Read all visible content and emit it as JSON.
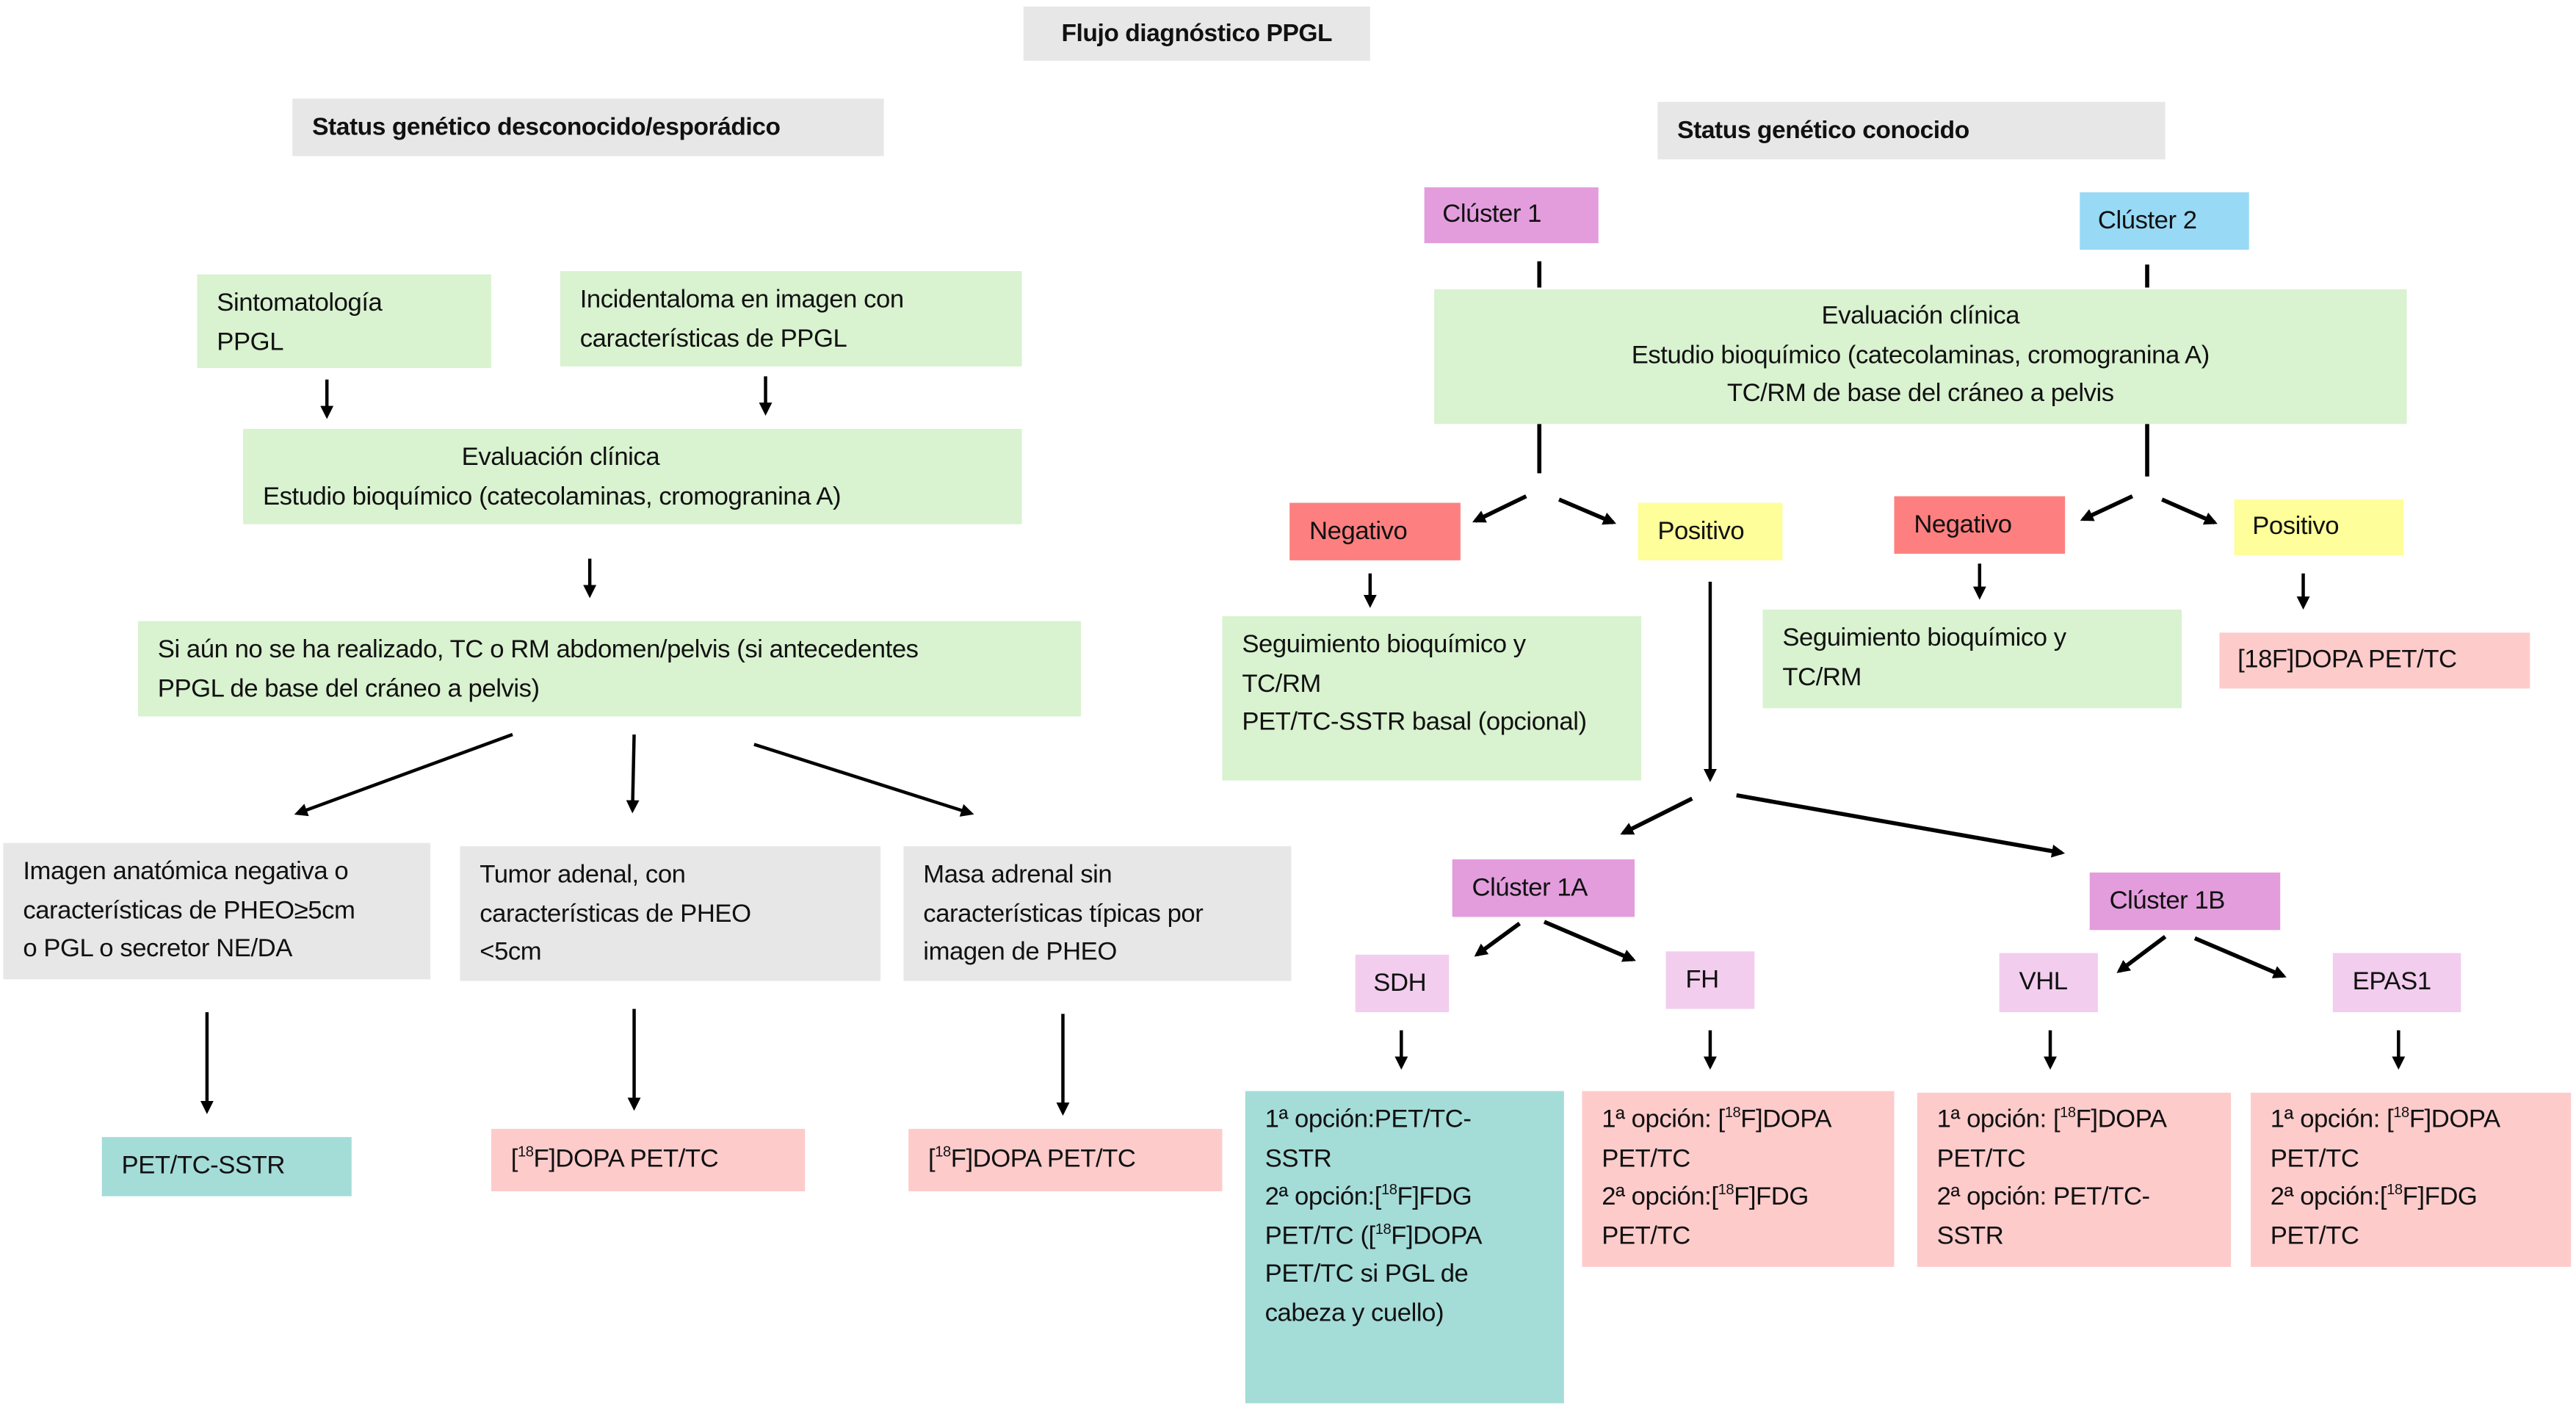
{
  "title": "Flujo diagnóstico PPGL",
  "left": {
    "header": "Status genético desconocido/esporádico",
    "entry": [
      {
        "lines": [
          "Sintomatología",
          "PPGL"
        ]
      },
      {
        "lines": [
          "Incidentaloma en imagen con",
          "características de PPGL"
        ]
      }
    ],
    "evaluation": {
      "lines": [
        "Evaluación clínica",
        "Estudio bioquímico (catecolaminas, cromogranina A)"
      ]
    },
    "imaging": {
      "lines": [
        "Si aún no se ha realizado, TC o RM abdomen/pelvis (si antecedentes",
        "PPGL de base del cráneo a pelvis)"
      ]
    },
    "findings": [
      {
        "lines": [
          "Imagen anatómica negativa o",
          "características de PHEO≥5cm",
          "o PGL o secretor NE/DA"
        ]
      },
      {
        "lines": [
          "Tumor adenal, con",
          "características de PHEO",
          "<5cm"
        ]
      },
      {
        "lines": [
          "Masa adrenal sin",
          "características típicas por",
          "imagen de PHEO"
        ]
      }
    ],
    "results": [
      {
        "text": "PET/TC-SSTR"
      },
      {
        "pre": "[",
        "sup": "18",
        "post": "F]DOPA PET/TC"
      },
      {
        "pre": "[",
        "sup": "18",
        "post": "F]DOPA PET/TC"
      }
    ]
  },
  "right": {
    "header": "Status genético conocido",
    "cluster1": "Clúster 1",
    "cluster2": "Clúster 2",
    "evaluation": {
      "lines": [
        "Evaluación clínica",
        "Estudio bioquímico (catecolaminas, cromogranina A)",
        "TC/RM de base del cráneo a pelvis"
      ]
    },
    "branch1": {
      "negative": "Negativo",
      "positive": "Positivo",
      "followup": {
        "lines": [
          "Seguimiento bioquímico y",
          "TC/RM",
          "PET/TC-SSTR basal (opcional)"
        ]
      }
    },
    "branch2": {
      "negative": "Negativo",
      "positive": "Positivo",
      "followup": {
        "lines": [
          "Seguimiento bioquímico y",
          "TC/RM"
        ]
      },
      "result": "[18F]DOPA PET/TC"
    },
    "cluster1a": {
      "label": "Clúster 1A",
      "genes": [
        "SDH",
        "FH"
      ]
    },
    "cluster1b": {
      "label": "Clúster 1B",
      "genes": [
        "VHL",
        "EPAS1"
      ]
    },
    "gene_results": {
      "sdh": [
        {
          "pre": "1ª opción:PET/TC-",
          "sup": "",
          "post": ""
        },
        {
          "pre": "SSTR",
          "sup": "",
          "post": ""
        },
        {
          "pre": "2ª opción:[",
          "sup": "18",
          "post": "F]FDG"
        },
        {
          "pre": "PET/TC ([",
          "sup": "18",
          "post": "F]DOPA"
        },
        {
          "pre": "PET/TC si PGL de",
          "sup": "",
          "post": ""
        },
        {
          "pre": "cabeza y cuello)",
          "sup": "",
          "post": ""
        }
      ],
      "fh": [
        {
          "pre": "1ª opción: [",
          "sup": "18",
          "post": "F]DOPA"
        },
        {
          "pre": "PET/TC",
          "sup": "",
          "post": ""
        },
        {
          "pre": "2ª opción:[",
          "sup": "18",
          "post": "F]FDG"
        },
        {
          "pre": "PET/TC",
          "sup": "",
          "post": ""
        }
      ],
      "vhl": [
        {
          "pre": "1ª opción: [",
          "sup": "18",
          "post": "F]DOPA"
        },
        {
          "pre": "PET/TC",
          "sup": "",
          "post": ""
        },
        {
          "pre": "2ª opción: PET/TC-",
          "sup": "",
          "post": ""
        },
        {
          "pre": "SSTR",
          "sup": "",
          "post": ""
        }
      ],
      "epas1": [
        {
          "pre": "1ª opción: [",
          "sup": "18",
          "post": "F]DOPA"
        },
        {
          "pre": "PET/TC",
          "sup": "",
          "post": ""
        },
        {
          "pre": "2ª opción:[",
          "sup": "18",
          "post": "F]FDG"
        },
        {
          "pre": "PET/TC",
          "sup": "",
          "post": ""
        }
      ]
    }
  },
  "colors": {
    "gray": "#e7e7e7",
    "green": "#d9f2d0",
    "pink": "#fecbcb",
    "teal": "#a4dcd8",
    "red": "#fd7f7f",
    "yellow": "#fefe9a",
    "magenta": "#e39ddd",
    "lilac": "#f2cdee",
    "blue": "#98d9f5"
  }
}
